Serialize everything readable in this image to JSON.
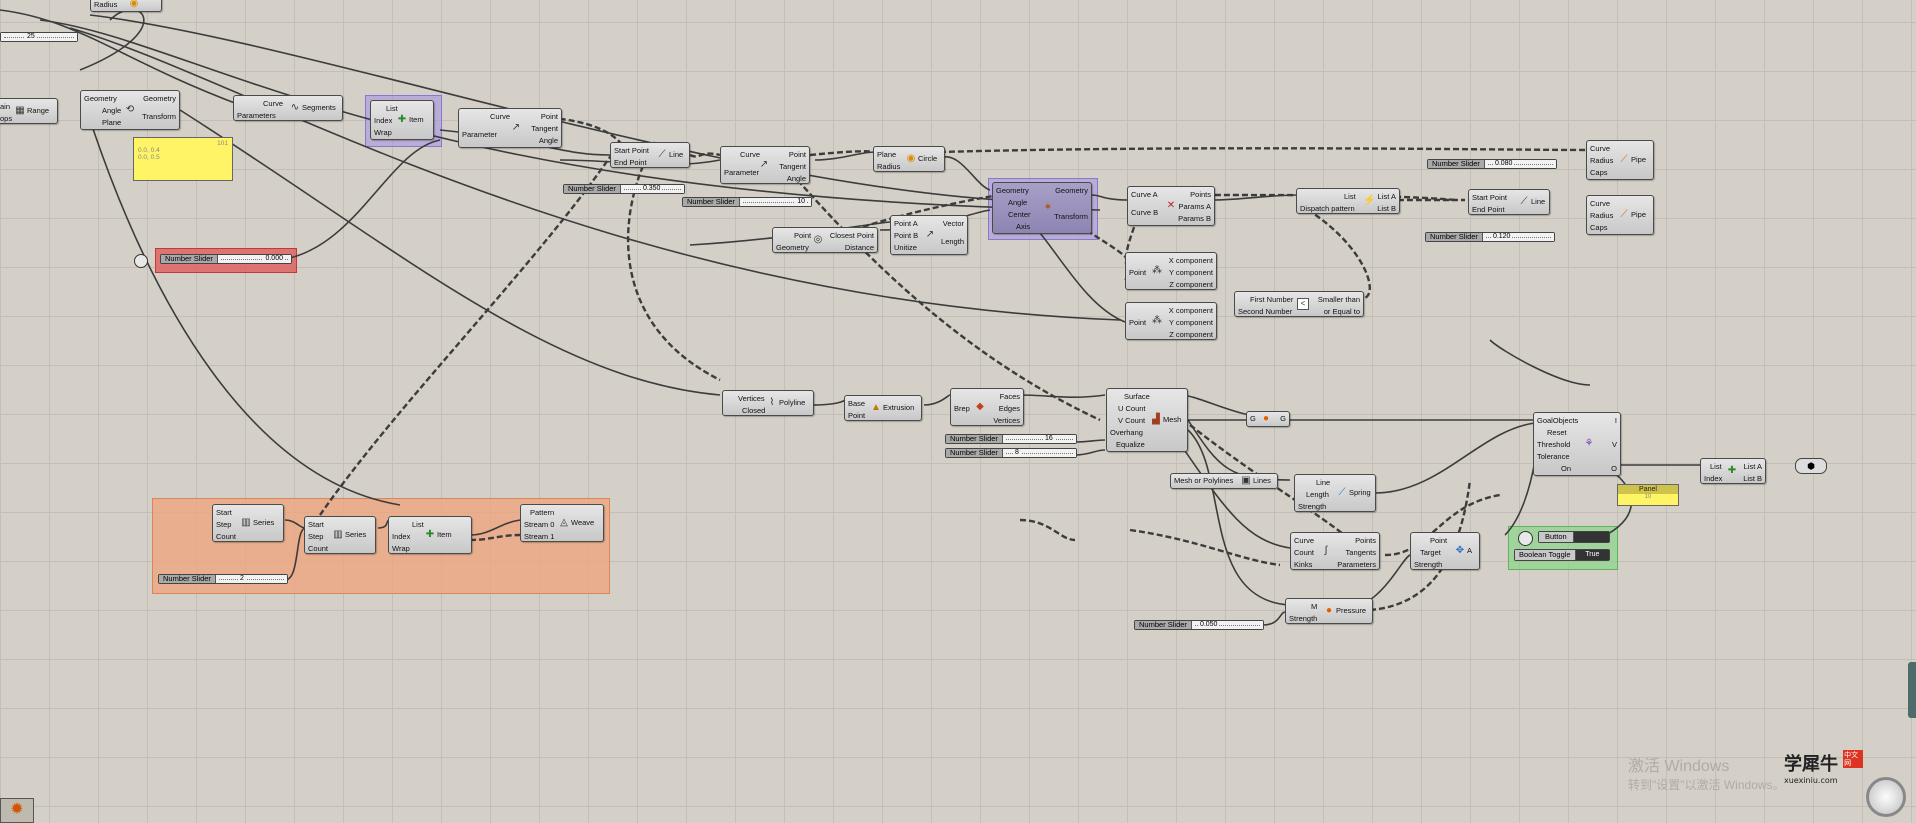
{
  "app": {
    "title": "Grasshopper Canvas"
  },
  "colors": {
    "canvas": "#d4d0c8",
    "purple_group": "#a38fe6",
    "orange_group": "#f0a37a",
    "green_group": "#7fd67f",
    "red_group": "#e05656",
    "panel": "#fff465"
  },
  "components": {
    "radius": {
      "in": [
        "Radius"
      ]
    },
    "geo_transform": {
      "in": [
        "Geometry",
        "Angle",
        "Plane"
      ],
      "out": [
        "Geometry",
        "Transform"
      ]
    },
    "range": {
      "in": [
        "ain",
        "ops"
      ],
      "label": "Range"
    },
    "divide": {
      "in": [
        "Curve",
        "Parameters"
      ],
      "label": "Segments"
    },
    "list_item_1": {
      "in": [
        "List",
        "Index",
        "Wrap"
      ],
      "label": "Item"
    },
    "eval_curve_1": {
      "in": [
        "Curve",
        "Parameter"
      ],
      "out": [
        "Point",
        "Tangent",
        "Angle"
      ]
    },
    "line_1": {
      "in": [
        "Start Point",
        "End Point"
      ],
      "label": "Line"
    },
    "eval_curve_2": {
      "in": [
        "Curve",
        "Parameter"
      ],
      "out": [
        "Point",
        "Tangent",
        "Angle"
      ]
    },
    "circle": {
      "in": [
        "Plane",
        "Radius"
      ],
      "label": "Circle"
    },
    "rotate": {
      "in": [
        "Geometry",
        "Angle",
        "Center",
        "Axis"
      ],
      "out": [
        "Geometry",
        "Transform"
      ]
    },
    "ccx": {
      "in": [
        "Curve A",
        "Curve B"
      ],
      "out": [
        "Points",
        "Params A",
        "Params B"
      ]
    },
    "dispatch": {
      "in": [
        "List",
        "Dispatch pattern"
      ],
      "out": [
        "List A",
        "List B"
      ]
    },
    "line_2": {
      "in": [
        "Start Point",
        "End Point"
      ],
      "label": "Line"
    },
    "pipe_1": {
      "in": [
        "Curve",
        "Radius",
        "Caps"
      ],
      "label": "Pipe"
    },
    "pipe_2": {
      "in": [
        "Curve",
        "Radius",
        "Caps"
      ],
      "label": "Pipe"
    },
    "closest": {
      "in": [
        "Point",
        "Geometry"
      ],
      "out": [
        "Closest Point",
        "Distance"
      ]
    },
    "vector": {
      "in": [
        "Point A",
        "Point B",
        "Unitize"
      ],
      "out": [
        "Vector",
        "Length"
      ]
    },
    "decon_1": {
      "in": [
        "Point"
      ],
      "out": [
        "X component",
        "Y component",
        "Z component"
      ]
    },
    "decon_2": {
      "in": [
        "Point"
      ],
      "out": [
        "X component",
        "Y component",
        "Z component"
      ]
    },
    "smaller": {
      "in": [
        "First Number",
        "Second Number"
      ],
      "out": [
        "Smaller than",
        "or Equal to"
      ]
    },
    "polyline": {
      "in": [
        "Vertices",
        "Closed"
      ],
      "label": "Polyline"
    },
    "extrusion": {
      "in": [
        "Base",
        "Point"
      ],
      "label": "Extrusion"
    },
    "brep": {
      "in": [
        "Brep"
      ],
      "out": [
        "Faces",
        "Edges",
        "Vertices"
      ]
    },
    "mesh": {
      "in": [
        "Surface",
        "U Count",
        "V Count",
        "Overhang",
        "Equalize"
      ],
      "label": "Mesh"
    },
    "gg": {
      "in": [
        "G"
      ],
      "out": [
        "G"
      ]
    },
    "mesh_lines": {
      "in": [
        "Mesh or Polylines"
      ],
      "label": "Lines"
    },
    "spring": {
      "in": [
        "Line",
        "Length",
        "Strength"
      ],
      "label": "Spring"
    },
    "kinks": {
      "in": [
        "Curve",
        "Count",
        "Kinks"
      ],
      "out": [
        "Points",
        "Tangents",
        "Parameters"
      ]
    },
    "anchor": {
      "in": [
        "Point",
        "Target",
        "Strength"
      ],
      "label": "A"
    },
    "pressure": {
      "in": [
        "M",
        "Strength"
      ],
      "label": "Pressure"
    },
    "solver": {
      "in": [
        "GoalObjects",
        "Reset",
        "Threshold",
        "Tolerance",
        "On"
      ],
      "out": [
        "I",
        "V",
        "O"
      ]
    },
    "list_item_2": {
      "in": [
        "List",
        "Index"
      ],
      "out": [
        "List A",
        "List B"
      ]
    },
    "series_1": {
      "in": [
        "Start",
        "Step",
        "Count"
      ],
      "label": "Series"
    },
    "series_2": {
      "in": [
        "Start",
        "Step",
        "Count"
      ],
      "label": "Series"
    },
    "list_item_3": {
      "in": [
        "List",
        "Index",
        "Wrap"
      ],
      "label": "Item"
    },
    "weave": {
      "in": [
        "Pattern",
        "Stream 0",
        "Stream 1"
      ],
      "label": "Weave"
    }
  },
  "sliders": {
    "s_top": {
      "label": "",
      "value": "25"
    },
    "s_red": {
      "label": "Number Slider",
      "value": "0.000"
    },
    "s_350": {
      "label": "Number Slider",
      "value": "0.350"
    },
    "s_10": {
      "label": "Number Slider",
      "value": "10"
    },
    "s_080": {
      "label": "Number Slider",
      "value": "0.080"
    },
    "s_120": {
      "label": "Number Slider",
      "value": "0.120"
    },
    "s_16": {
      "label": "Number Slider",
      "value": "16"
    },
    "s_8": {
      "label": "Number Slider",
      "value": "8"
    },
    "s_050": {
      "label": "Number Slider",
      "value": "0.050"
    },
    "s_2": {
      "label": "Number Slider",
      "value": "2"
    }
  },
  "params": {
    "button": {
      "label": "Button"
    },
    "toggle": {
      "label": "Boolean Toggle",
      "value": "True"
    },
    "panel_small": {
      "label": "Panel"
    }
  },
  "watermark": {
    "line1": "激活 Windows",
    "line2": "转到\"设置\"以激活 Windows。",
    "logo_text": "学犀牛",
    "logo_sub": "xuexiniu.com",
    "logo_badge": "中文网"
  }
}
